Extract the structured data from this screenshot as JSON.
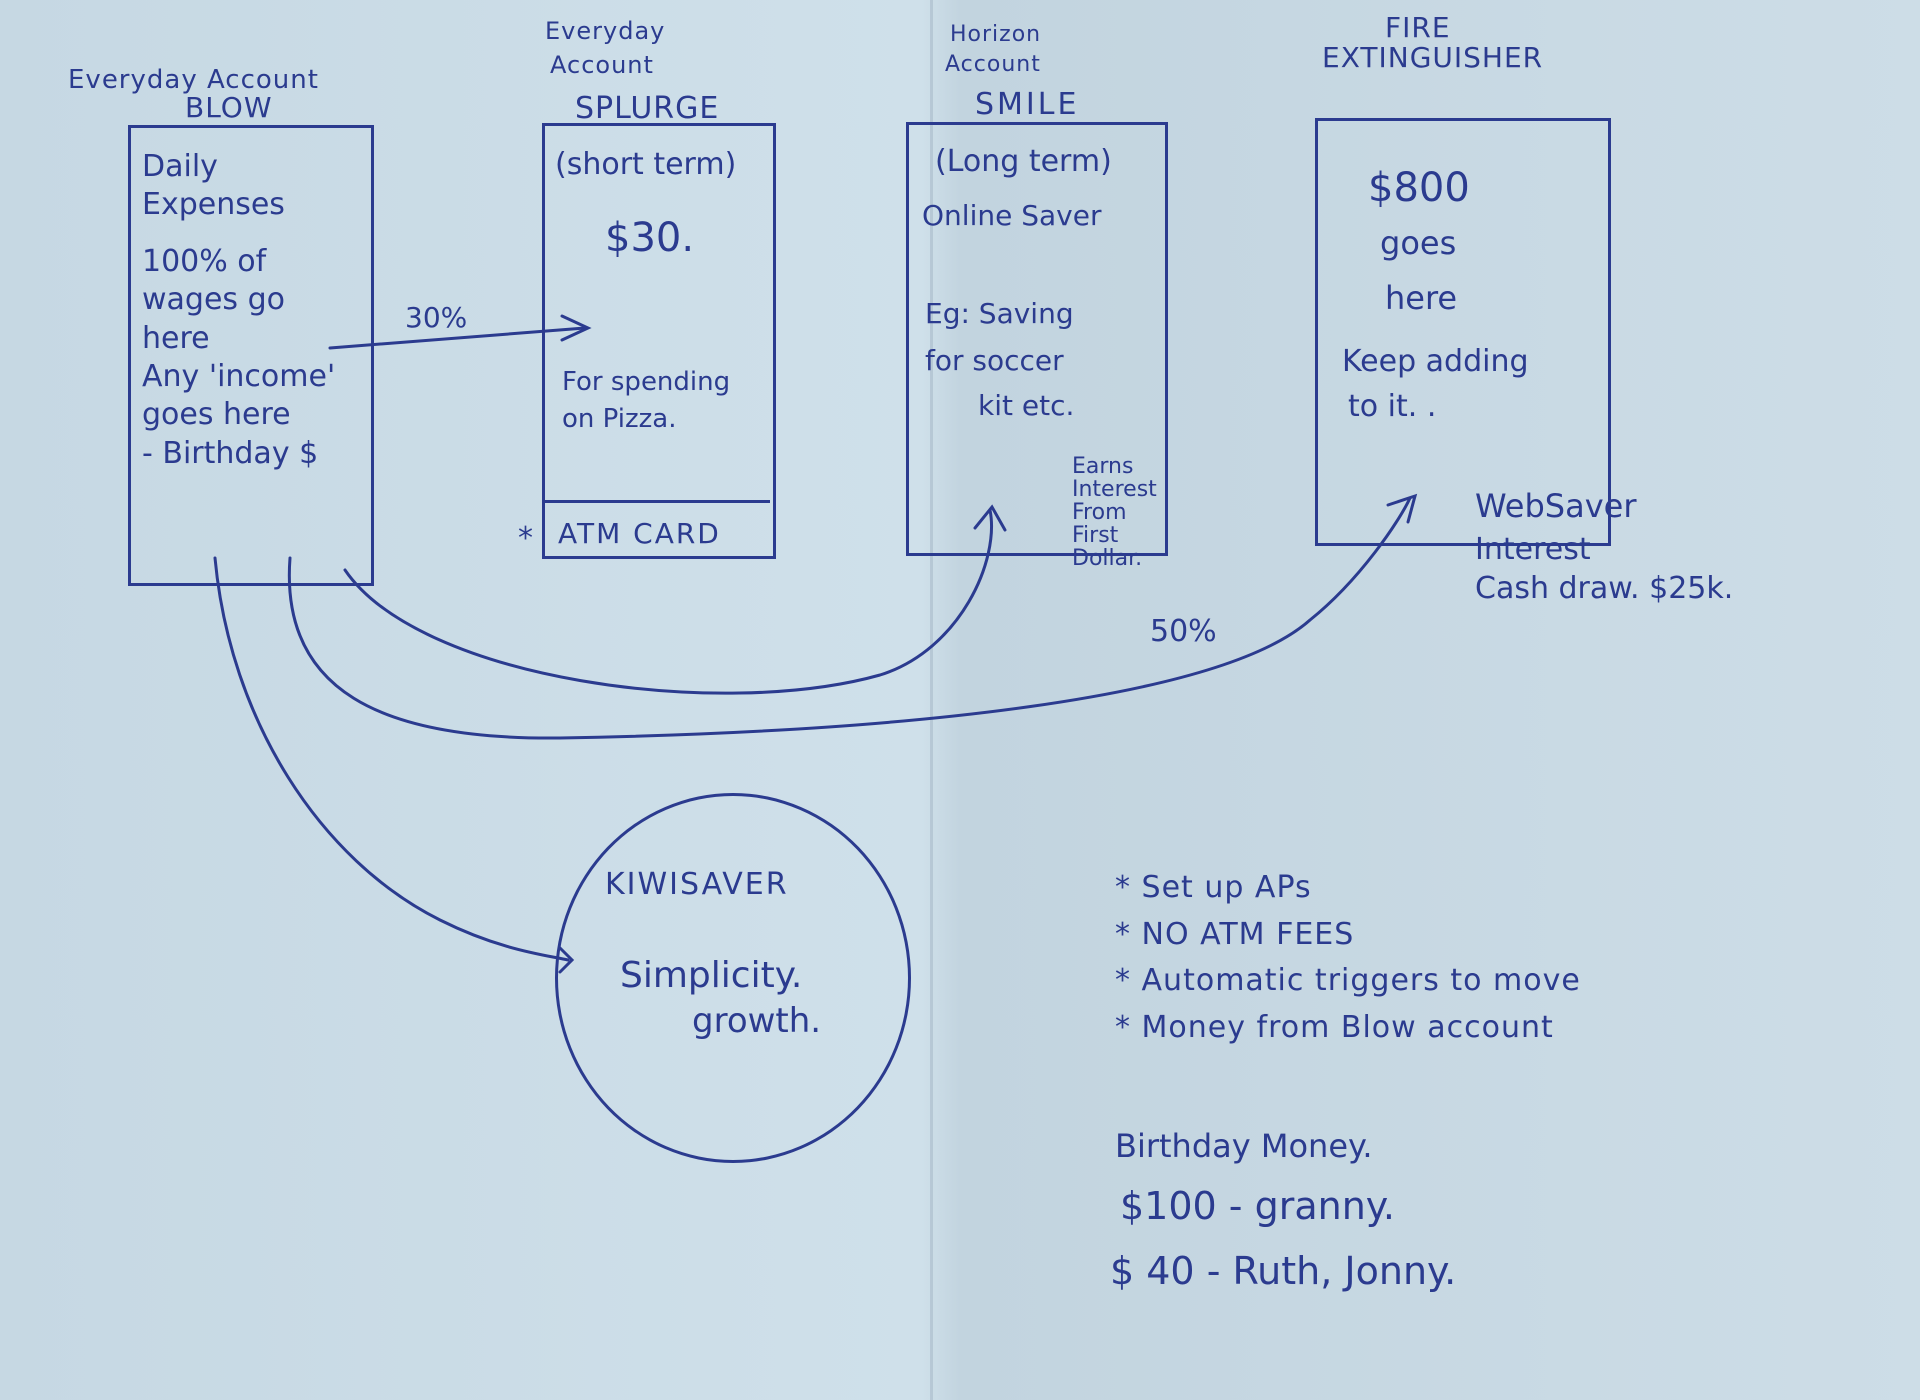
{
  "accounts": {
    "blow": {
      "heading": [
        "Everyday Account",
        "BLOW"
      ],
      "lines": [
        "Daily",
        "Expenses",
        "100% of",
        "wages go",
        "here",
        "Any 'income'",
        "goes here",
        "- Birthday $"
      ]
    },
    "splurge": {
      "heading": [
        "Everyday",
        "Account",
        "SPLURGE"
      ],
      "lines": [
        "(short term)",
        "$30.",
        "For spending",
        "on Pizza."
      ],
      "footer": "ATM CARD",
      "footer_star": "*"
    },
    "smile": {
      "heading": [
        "Horizon",
        "Account",
        "SMILE"
      ],
      "lines": [
        "(Long term)",
        "Online Saver",
        "Eg: Saving",
        "for soccer",
        "kit etc."
      ],
      "note": [
        "Earns",
        "Interest",
        "From",
        "First",
        "Dollar."
      ]
    },
    "fire": {
      "heading": [
        "FIRE",
        "EXTINGUISHER"
      ],
      "lines": [
        "$800",
        "goes",
        "here",
        "Keep adding",
        "to it. ."
      ],
      "note": [
        "WebSaver",
        "Interest",
        "Cash draw. $25k."
      ]
    }
  },
  "arrows": {
    "to_splurge": "30%",
    "to_fire": "50%"
  },
  "kiwisaver": {
    "title": "KIWISAVER",
    "lines": [
      "Simplicity.",
      "growth."
    ]
  },
  "notes": [
    "* Set up APs",
    "* NO ATM FEES",
    "* Automatic triggers to move",
    "* Money from Blow account"
  ],
  "birthday": {
    "heading": "Birthday Money.",
    "items": [
      "$100 - granny.",
      "$ 40 - Ruth, Jonny."
    ]
  }
}
